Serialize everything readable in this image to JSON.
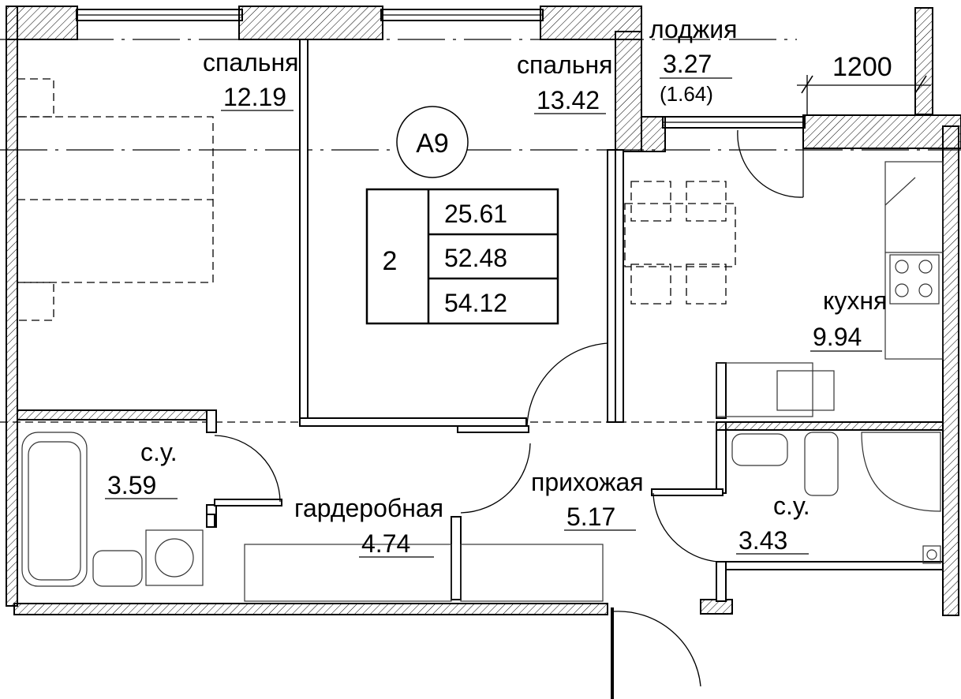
{
  "apartment": {
    "code": "А9",
    "rooms_count": "2",
    "areas": [
      "25.61",
      "52.48",
      "54.12"
    ]
  },
  "rooms": [
    {
      "name": "спальня",
      "area": "12.19"
    },
    {
      "name": "спальня",
      "area": "13.42"
    },
    {
      "name": "лоджия",
      "area": "3.27",
      "reduced_area": "(1.64)"
    },
    {
      "name": "кухня",
      "area": "9.94"
    },
    {
      "name": "с.у.",
      "area": "3.59"
    },
    {
      "name": "гардеробная",
      "area": "4.74"
    },
    {
      "name": "прихожая",
      "area": "5.17"
    },
    {
      "name": "с.у.",
      "area": "3.43"
    }
  ],
  "dimension": {
    "value": "1200"
  },
  "colors": {
    "line": "#000000",
    "background": "#ffffff"
  }
}
